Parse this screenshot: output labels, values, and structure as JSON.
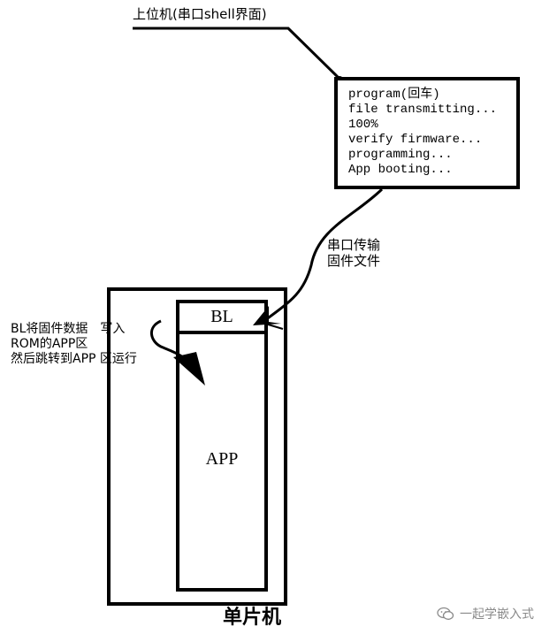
{
  "host": {
    "label": "上位机(串口shell界面)"
  },
  "terminal": {
    "lines": [
      "program(回车)",
      "file transmitting...",
      "100%",
      "verify firmware...",
      "programming...",
      "App booting..."
    ]
  },
  "transfer": {
    "line1": "串口传输",
    "line2": "固件文件"
  },
  "mcu": {
    "label": "单片机",
    "bl_label": "BL",
    "app_label": "APP"
  },
  "bootloader_note": {
    "line1_a": "BL将固件数据",
    "line1_b": "写入",
    "line2": "ROM的APP区",
    "line3": "然后跳转到APP 区运行"
  },
  "watermark": {
    "text": "一起学嵌入式",
    "icon": "wechat-icon"
  }
}
